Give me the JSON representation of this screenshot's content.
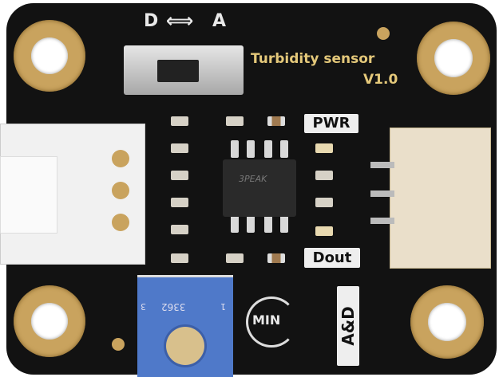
{
  "silkscreen": {
    "d": "D",
    "a": "A",
    "arrow": "⟺",
    "title": "Turbidity sensor",
    "version": "V1.0",
    "pwr": "PWR",
    "dout": "Dout",
    "min": "MIN",
    "mode": "A&D"
  },
  "chip": {
    "marking": "3PEAK"
  },
  "potentiometer": {
    "marking": "3362",
    "pin1": "1",
    "pin3": "3"
  },
  "colors": {
    "board": "#121212",
    "gold": "#c9a35e",
    "pot": "#4f79c9"
  }
}
